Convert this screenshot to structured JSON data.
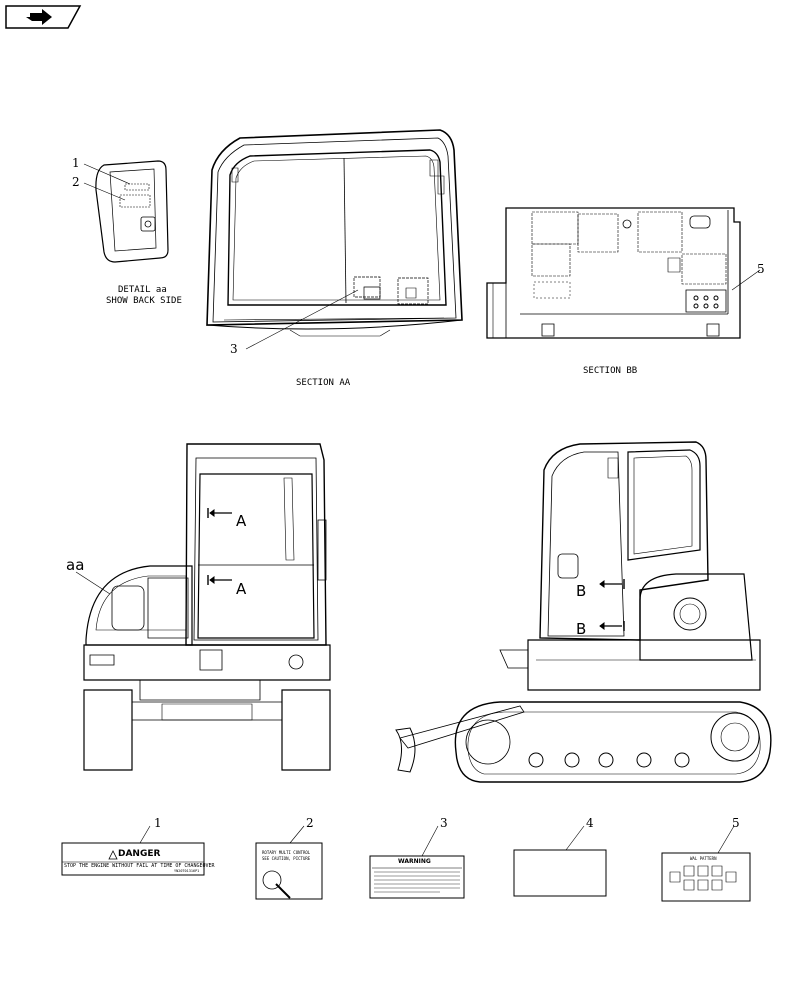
{
  "nav_icon": "arrow-icon",
  "detail": {
    "title": "DETAIL aa",
    "subtitle": "SHOW BACK SIDE",
    "callouts": [
      "1",
      "2"
    ]
  },
  "section_aa": {
    "title": "SECTION AA",
    "callout": "3"
  },
  "section_bb": {
    "title": "SECTION BB",
    "callout": "5"
  },
  "rear_view": {
    "detail_ref": "aa",
    "section_ref_1": "A",
    "section_ref_2": "A"
  },
  "side_view": {
    "section_ref_1": "B",
    "section_ref_2": "B"
  },
  "decals": [
    {
      "callout": "1",
      "heading": "DANGER",
      "line1": "STOP THE ENGINE WITHOUT FAIL AT TIME OF CHANGEOVER",
      "code": "YN20T01316P1"
    },
    {
      "callout": "2",
      "line1": "ROTARY MULTI CONTROL",
      "line2": "SEE CAUTION, PICTURE"
    },
    {
      "callout": "3",
      "heading": "WARNING"
    },
    {
      "callout": "4"
    },
    {
      "callout": "5",
      "heading": "WAL PATTERN"
    }
  ]
}
